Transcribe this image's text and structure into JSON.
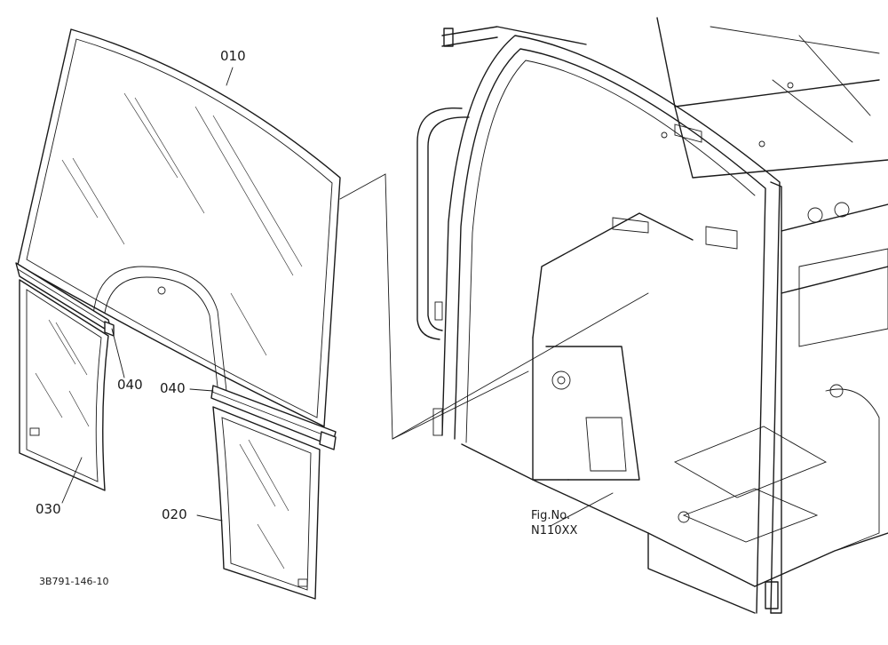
{
  "diagram": {
    "part_labels": {
      "front_glass": "010",
      "lower_right_glass": "020",
      "lower_left_glass": "030",
      "seal_left": "040",
      "seal_right": "040"
    },
    "drawing_number": "3B791-146-10",
    "figure_reference": {
      "line1": "Fig.No.",
      "line2": "N110XX"
    }
  }
}
